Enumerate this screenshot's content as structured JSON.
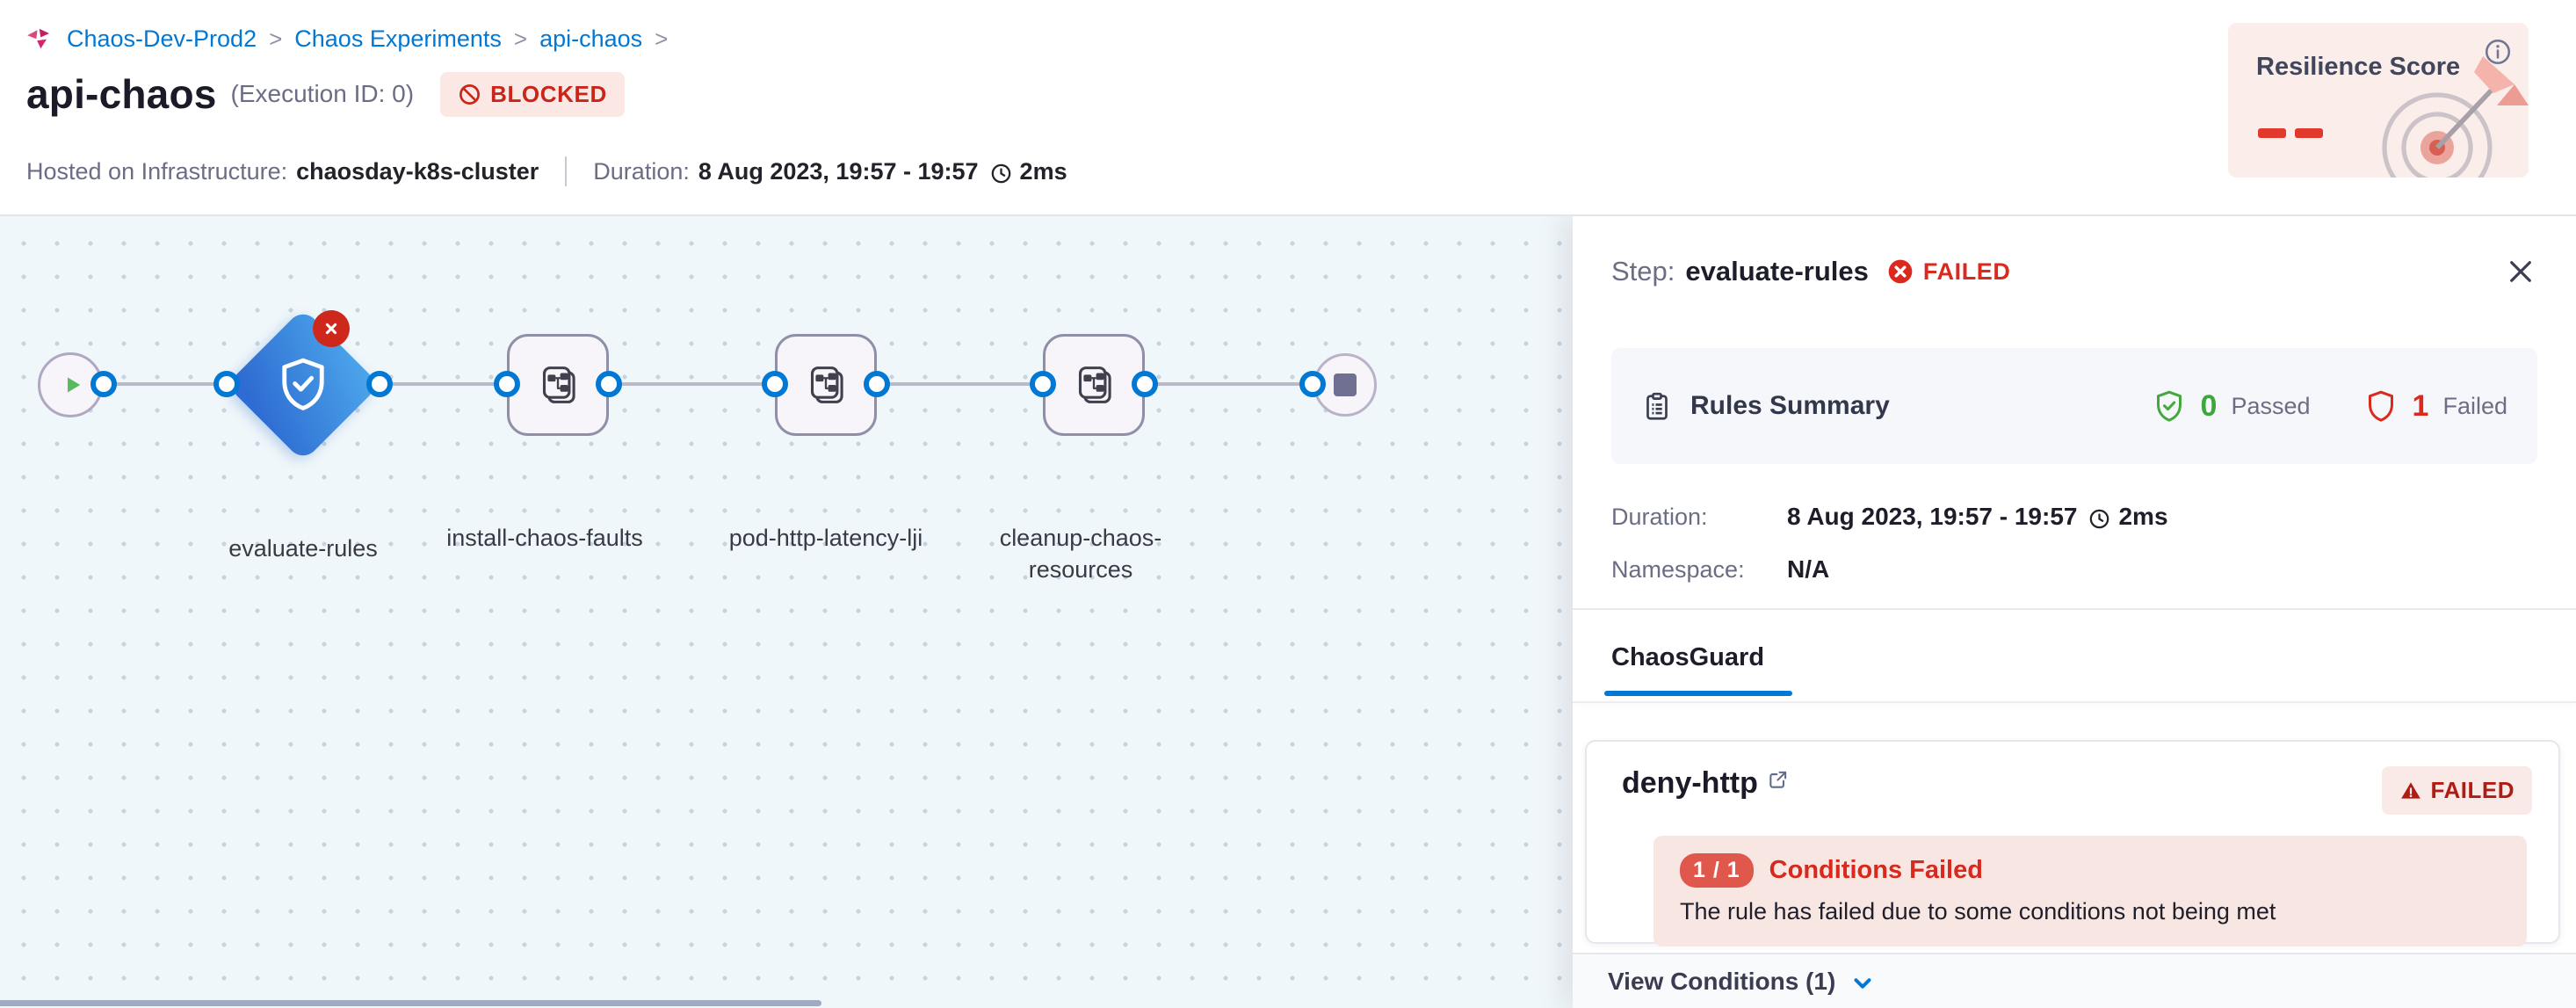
{
  "colors": {
    "accent_blue": "#0278D5",
    "failed_red": "#DA291D",
    "passed_green": "#3DA63D",
    "brand_magenta": "#D6246E",
    "blocked_badge_bg": "#FBE7E4",
    "canvas_bg": "#F0F7FA",
    "diamond_blue_top": "#4BA5EA",
    "diamond_blue_bottom": "#2E6BD2",
    "alert_bg": "#F8E6E3",
    "resilience_card_bg": "#FAEDEA"
  },
  "breadcrumb": {
    "separator": ">",
    "crumbs": [
      "Chaos-Dev-Prod2",
      "Chaos Experiments",
      "api-chaos"
    ]
  },
  "header": {
    "title": "api-chaos",
    "execution_id": "(Execution ID: 0)",
    "status": "BLOCKED",
    "infra_label": "Hosted on Infrastructure:",
    "infra_value": "chaosday-k8s-cluster",
    "duration_label": "Duration:",
    "duration_value": "8 Aug 2023, 19:57 - 19:57",
    "duration_elapsed": "2ms"
  },
  "resilience": {
    "title": "Resilience Score",
    "value": "--"
  },
  "pipeline": {
    "nodes": [
      "evaluate-rules",
      "install-chaos-faults",
      "pod-http-latency-lji",
      "cleanup-chaos-resources"
    ]
  },
  "panel": {
    "step_label": "Step:",
    "step_name": "evaluate-rules",
    "step_status": "FAILED",
    "summary": {
      "title": "Rules Summary",
      "passed_count": "0",
      "passed_label": "Passed",
      "failed_count": "1",
      "failed_label": "Failed"
    },
    "duration_label": "Duration:",
    "duration_value": "8 Aug 2023, 19:57 - 19:57",
    "duration_elapsed": "2ms",
    "namespace_label": "Namespace:",
    "namespace_value": "N/A",
    "tab": "ChaosGuard",
    "rule": {
      "name": "deny-http",
      "status": "FAILED",
      "conditions_count": "1 / 1",
      "conditions_title": "Conditions Failed",
      "conditions_message": "The rule has failed due to some conditions not being met"
    },
    "footer": "View Conditions (1)"
  }
}
